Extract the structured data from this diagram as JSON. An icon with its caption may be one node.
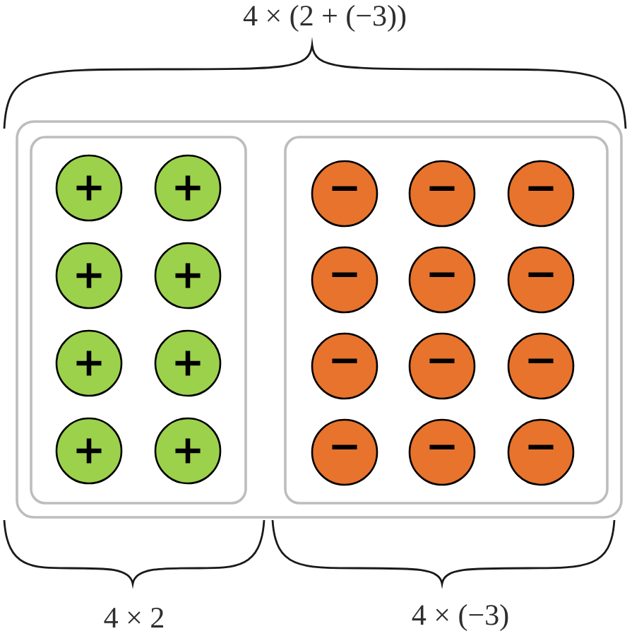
{
  "diagram": {
    "nodes": [
      {
        "text": [],
        "shape": "box",
        "beside": [
          "4 × (2 + (−3))"
        ]
      },
      {
        "text": [],
        "shape": "box",
        "in": 0,
        "beside": [
          "4 × 2"
        ]
      },
      {
        "text": [
          "+"
        ],
        "in": 1
      },
      {
        "text": [
          "+"
        ],
        "in": 1
      },
      {
        "text": [
          "+"
        ],
        "in": 1
      },
      {
        "text": [
          "+"
        ],
        "in": 1
      },
      {
        "text": [
          "+"
        ],
        "in": 1
      },
      {
        "text": [
          "+"
        ],
        "in": 1
      },
      {
        "text": [
          "+"
        ],
        "in": 1
      },
      {
        "text": [
          "+"
        ],
        "in": 1
      },
      {
        "text": [],
        "shape": "box",
        "in": 0,
        "beside": [
          "4 × (−3)"
        ]
      },
      {
        "text": [
          "−"
        ],
        "in": 10
      },
      {
        "text": [
          "−"
        ],
        "in": 10
      },
      {
        "text": [
          "−"
        ],
        "in": 10
      },
      {
        "text": [
          "−"
        ],
        "in": 10
      },
      {
        "text": [
          "−"
        ],
        "in": 10
      },
      {
        "text": [
          "−"
        ],
        "in": 10
      },
      {
        "text": [
          "−"
        ],
        "in": 10
      },
      {
        "text": [
          "−"
        ],
        "in": 10
      },
      {
        "text": [
          "−"
        ],
        "in": 10
      },
      {
        "text": [
          "−"
        ],
        "in": 10
      },
      {
        "text": [
          "−"
        ],
        "in": 10
      },
      {
        "text": [
          "−"
        ],
        "in": 10
      }
    ]
  }
}
